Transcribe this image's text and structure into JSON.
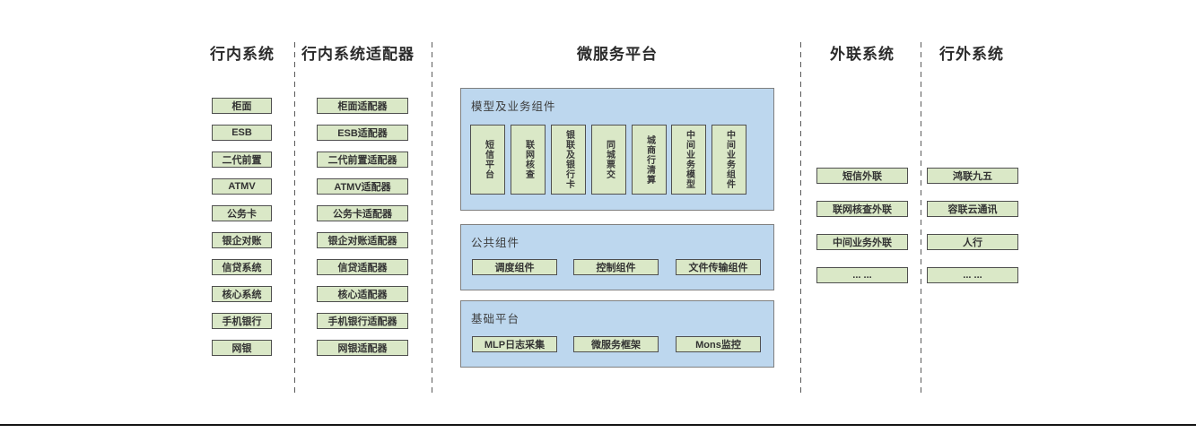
{
  "diagram": {
    "col_inbank": {
      "title": "行内系统",
      "items": [
        "柜面",
        "ESB",
        "二代前置",
        "ATMV",
        "公务卡",
        "银企对账",
        "信贷系统",
        "核心系统",
        "手机银行",
        "网银"
      ]
    },
    "col_adapters": {
      "title": "行内系统适配器",
      "items": [
        "柜面适配器",
        "ESB适配器",
        "二代前置适配器",
        "ATMV适配器",
        "公务卡适配器",
        "银企对账适配器",
        "信贷适配器",
        "核心适配器",
        "手机银行适配器",
        "网银适配器"
      ]
    },
    "platform": {
      "title": "微服务平台",
      "model_panel": {
        "label": "模型及业务组件",
        "items": [
          "短信平台",
          "联网核查",
          "银联及银行卡",
          "同城票交",
          "城商行清算",
          "中间业务模型",
          "中间业务组件"
        ]
      },
      "common_panel": {
        "label": "公共组件",
        "items": [
          "调度组件",
          "控制组件",
          "文件传输组件"
        ]
      },
      "base_panel": {
        "label": "基础平台",
        "items": [
          "MLP日志采集",
          "微服务框架",
          "Mons监控"
        ]
      }
    },
    "col_outlink": {
      "title": "外联系统",
      "items": [
        "短信外联",
        "联网核查外联",
        "中间业务外联",
        "... ..."
      ]
    },
    "col_outbank": {
      "title": "行外系统",
      "items": [
        "鸿联九五",
        "容联云通讯",
        "人行",
        "... ..."
      ]
    },
    "colors": {
      "box_green": "#dae8c7",
      "panel_blue": "#bdd7ee",
      "box_border": "#4f4f4f",
      "panel_border": "#7f7f7f",
      "separator": "#5a5a5a"
    }
  }
}
